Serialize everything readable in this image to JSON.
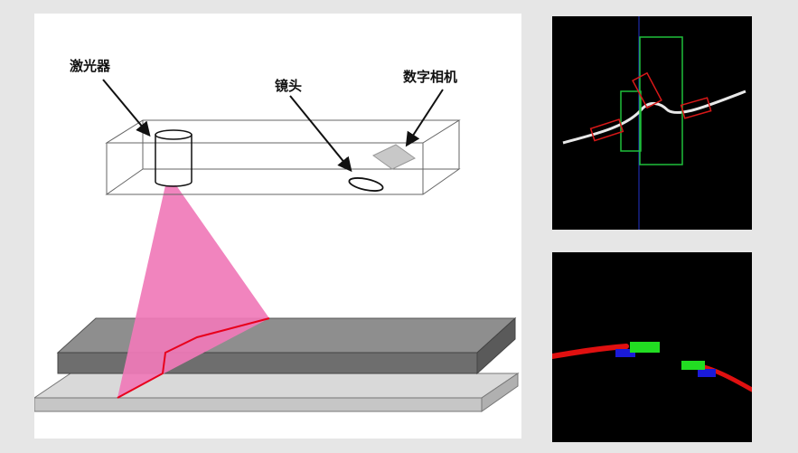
{
  "diagram": {
    "labels": {
      "laser": "激光器",
      "lens": "镜头",
      "camera": "数字相机"
    }
  },
  "colors": {
    "background": "#e6e6e6",
    "laser_plane": "#f07ab8",
    "laser_line": "#e8001c",
    "detect_box_green": "#1fbf3a",
    "detect_box_red": "#d81818",
    "marker_blue": "#1a1ad8",
    "marker_green": "#22dd22",
    "center_line": "#2233cc"
  },
  "top_right_view": {
    "icons": [
      "weld-seam-curve",
      "center-line",
      "detection-boxes"
    ]
  },
  "bottom_right_view": {
    "marker_tags": [
      "",
      ""
    ]
  }
}
